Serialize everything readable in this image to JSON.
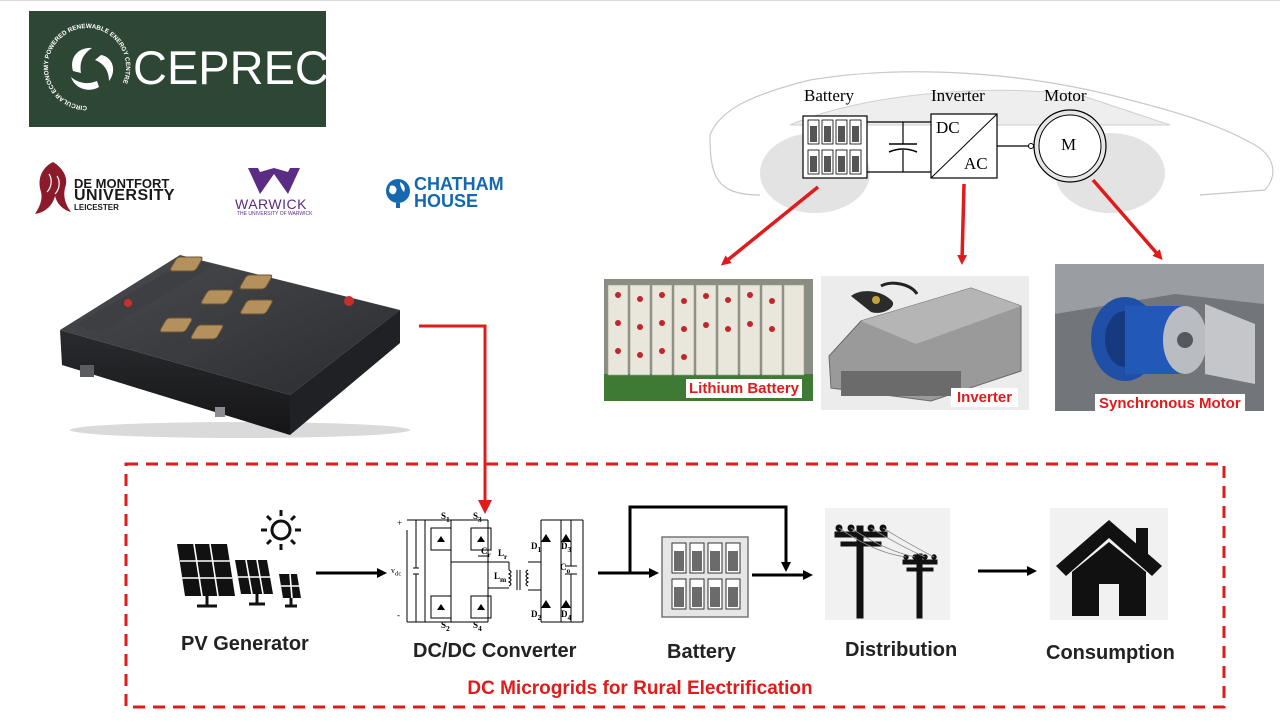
{
  "logos": {
    "ceprec_name": "CEPREC",
    "ceprec_ring": "CIRCULAR ECONOMY POWERED RENEWABLE ENERGY CENTRE",
    "dmu_line1": "DE MONTFORT",
    "dmu_line2": "UNIVERSITY",
    "dmu_line3": "LEICESTER",
    "warwick_name": "WARWICK",
    "warwick_sub": "THE UNIVERSITY OF WARWICK",
    "chatham_line1": "CHATHAM",
    "chatham_line2": "HOUSE"
  },
  "ev": {
    "battery_label": "Battery",
    "inverter_label": "Inverter",
    "motor_label": "Motor",
    "dc_text": "DC",
    "ac_text": "AC",
    "motor_symbol": "M"
  },
  "photos": {
    "lithium": "Lithium Battery",
    "inverter": "Inverter",
    "motor": "Synchronous Motor"
  },
  "circuit": {
    "s1": "S",
    "s1_sub": "1",
    "s2": "S",
    "s2_sub": "2",
    "s3": "S",
    "s3_sub": "3",
    "s4": "S",
    "s4_sub": "4",
    "vdc": "v",
    "vdc_sub": "dc",
    "cr": "C",
    "cr_sub": "r",
    "lr": "L",
    "lr_sub": "r",
    "lm": "L",
    "lm_sub": "m",
    "d1": "D",
    "d1_sub": "1",
    "d2": "D",
    "d2_sub": "2",
    "d3": "D",
    "d3_sub": "3",
    "d4": "D",
    "d4_sub": "4",
    "co": "C",
    "co_sub": "o",
    "plus": "+",
    "minus": "-"
  },
  "chain": {
    "pv": "PV Generator",
    "converter": "DC/DC Converter",
    "battery": "Battery",
    "distribution": "Distribution",
    "consumption": "Consumption"
  },
  "microgrid_title": "DC Microgrids for Rural Electrification",
  "colors": {
    "accent_red": "#e01b1b",
    "ceprec_green": "#2e4634",
    "warwick_purple": "#5b2c83",
    "chatham_blue": "#1568b0",
    "dmu_maroon": "#8b1a2b"
  }
}
